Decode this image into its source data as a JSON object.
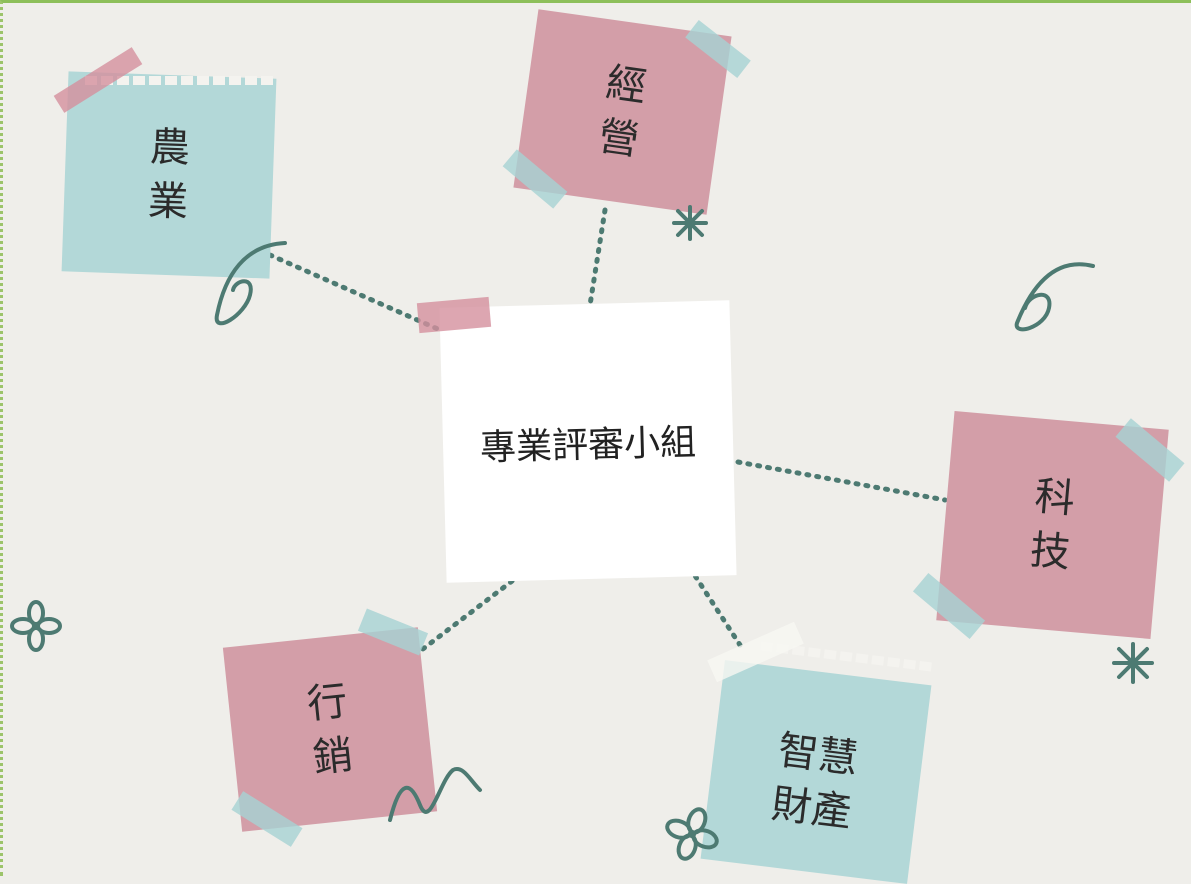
{
  "center": {
    "label": "專業評審小組"
  },
  "categories": {
    "agriculture": "農業",
    "management": "經營",
    "technology": "科技",
    "marketing": "行銷",
    "ip": "智慧財產"
  },
  "colors": {
    "pink": "#d39ea8",
    "teal": "#b3d8d8",
    "connector": "#4d7a72",
    "background": "#efeeea"
  }
}
